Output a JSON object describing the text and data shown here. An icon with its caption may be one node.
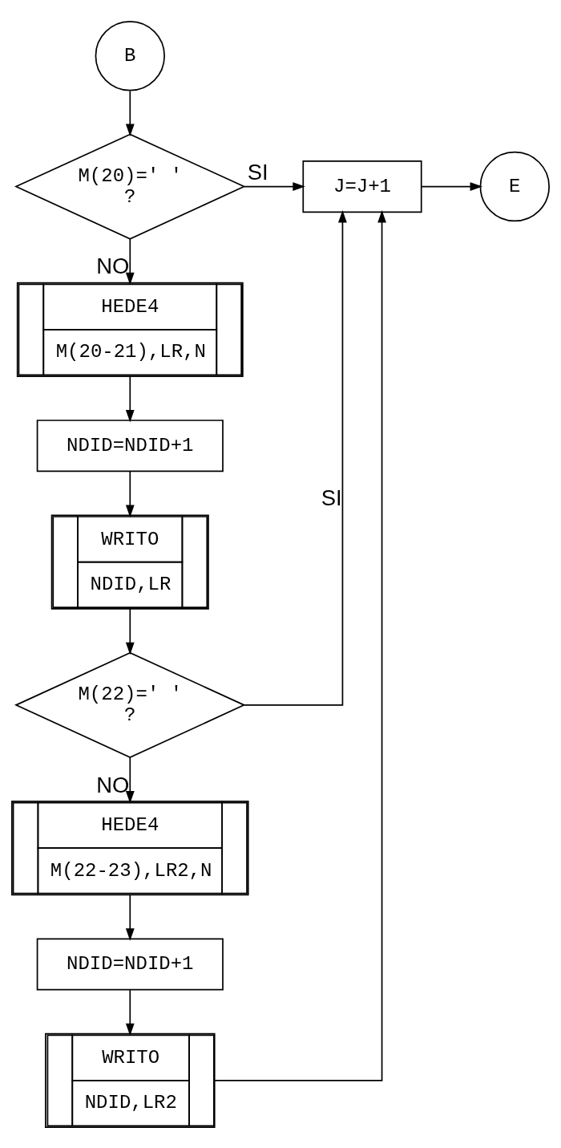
{
  "diagram": {
    "nodes": [
      {
        "text": [
          "B"
        ]
      },
      {
        "text": [
          "M(20)=' '",
          "?"
        ]
      },
      {
        "text": [
          "J=J+1"
        ]
      },
      {
        "text": [
          "E"
        ]
      },
      {
        "text": [
          "HEDE4",
          "M(20-21),LR,N"
        ]
      },
      {
        "text": [
          "NDID=NDID+1"
        ]
      },
      {
        "text": [
          "WRITO",
          "NDID,LR"
        ]
      },
      {
        "text": [
          "M(22)=' '",
          "?"
        ]
      },
      {
        "text": [
          "HEDE4",
          "M(22-23),LR2,N"
        ]
      },
      {
        "text": [
          "NDID=NDID+1"
        ]
      },
      {
        "text": [
          "WRITO",
          "NDID,LR2"
        ]
      }
    ],
    "edges": [
      {
        "from": 0,
        "to": 1,
        "arrow": "to"
      },
      {
        "from": 1,
        "to": 2,
        "arrow": "to",
        "label": "SI"
      },
      {
        "from": 2,
        "to": 3,
        "arrow": "to"
      },
      {
        "from": 1,
        "to": 4,
        "arrow": "to",
        "label": "NO"
      },
      {
        "from": 4,
        "to": 5,
        "arrow": "to"
      },
      {
        "from": 5,
        "to": 6,
        "arrow": "to"
      },
      {
        "from": 6,
        "to": 7,
        "arrow": "to"
      },
      {
        "from": 7,
        "to": 2,
        "arrow": "to",
        "label": "SI"
      },
      {
        "from": 7,
        "to": 8,
        "arrow": "to",
        "label": "NO"
      },
      {
        "from": 8,
        "to": 9,
        "arrow": "to"
      },
      {
        "from": 9,
        "to": 10,
        "arrow": "to"
      },
      {
        "from": 10,
        "to": 2,
        "arrow": "to"
      }
    ]
  }
}
